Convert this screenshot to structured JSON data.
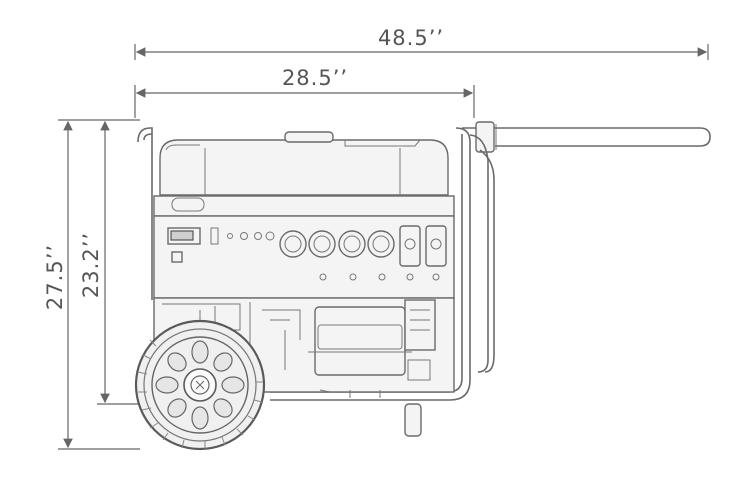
{
  "dimensions": {
    "overall_width": "48.5’’",
    "body_width": "28.5’’",
    "overall_height": "27.5’’",
    "body_height": "23.2’’"
  },
  "icons": [
    "generator-drawing",
    "wheel-icon",
    "outlet-icon",
    "handle-icon"
  ],
  "colors": {
    "line": "#6a6a6a",
    "text": "#555555",
    "background": "#ffffff"
  }
}
